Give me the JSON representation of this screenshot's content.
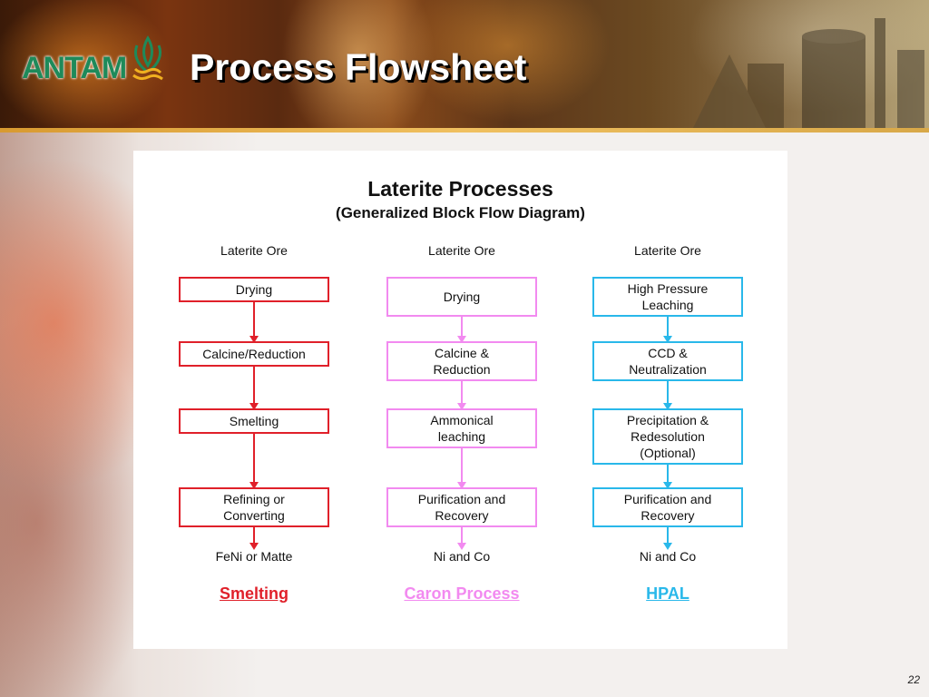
{
  "header": {
    "logo_text": "ANTAM",
    "title": "Process Flowsheet"
  },
  "diagram": {
    "title": "Laterite Processes",
    "subtitle": "(Generalized Block Flow Diagram)",
    "columns": [
      {
        "color": "#e0202a",
        "input": "Laterite Ore",
        "steps": [
          "Drying",
          "Calcine/Reduction",
          "Smelting",
          "Refining or\nConverting"
        ],
        "output": "FeNi or Matte",
        "process_name": "Smelting"
      },
      {
        "color": "#f28af0",
        "input": "Laterite Ore",
        "steps": [
          "Drying",
          "Calcine &\nReduction",
          "Ammonical\nleaching",
          "Purification and\nRecovery"
        ],
        "output": "Ni and Co",
        "process_name": "Caron Process"
      },
      {
        "color": "#29b8ea",
        "input": "Laterite Ore",
        "steps": [
          "High Pressure\nLeaching",
          "CCD &\nNeutralization",
          "Precipitation &\nRedesolution\n(Optional)",
          "Purification and\nRecovery"
        ],
        "output": "Ni and Co",
        "process_name": "HPAL"
      }
    ]
  },
  "footer": {
    "page_number": "22"
  }
}
